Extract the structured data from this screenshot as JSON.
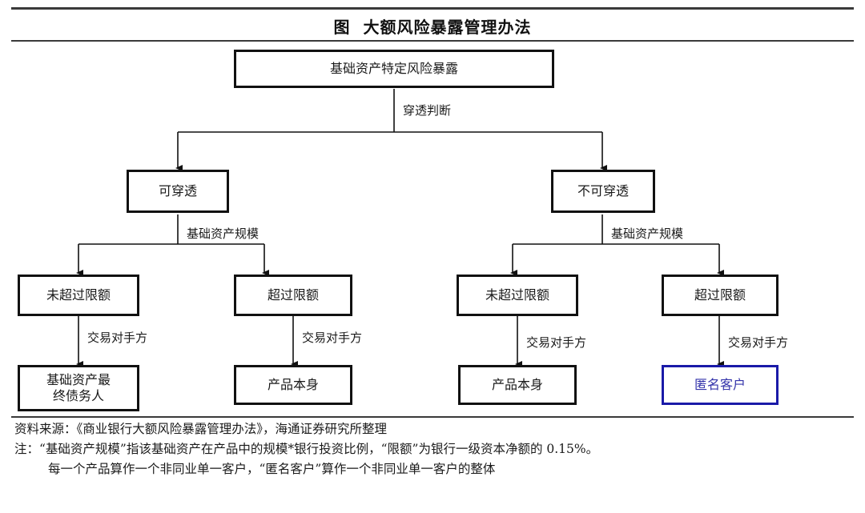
{
  "title": "图  大额风险暴露管理办法",
  "colors": {
    "line": "#111111",
    "rule": "#3a3a3a",
    "accent_border": "#1a1aa8",
    "accent_text": "#3333aa",
    "background": "#ffffff"
  },
  "diagram": {
    "type": "flowchart",
    "root": {
      "label": "基础资产特定风险暴露"
    },
    "edge_labels": {
      "root_split": "穿透判断",
      "penetrable_split": "基础资产规模",
      "non_penetrable_split": "基础资产规模",
      "counterparty": "交易对手方"
    },
    "level2": [
      {
        "label": "可穿透"
      },
      {
        "label": "不可穿透"
      }
    ],
    "level3": [
      {
        "label": "未超过限额"
      },
      {
        "label": "超过限额"
      },
      {
        "label": "未超过限额"
      },
      {
        "label": "超过限额"
      }
    ],
    "level4": [
      {
        "label": "基础资产最\n终债务人",
        "accent": false
      },
      {
        "label": "产品本身",
        "accent": false
      },
      {
        "label": "产品本身",
        "accent": false
      },
      {
        "label": "匿名客户",
        "accent": true
      }
    ]
  },
  "footer": {
    "source": "资料来源：《商业银行大额风险暴露管理办法》，海通证券研究所整理",
    "note_line1": "注：“基础资产规模”指该基础资产在产品中的规模*银行投资比例，“限额”为银行一级资本净额的 0.15%。",
    "note_line2": "每一个产品算作一个非同业单一客户，“匿名客户”算作一个非同业单一客户的整体"
  }
}
